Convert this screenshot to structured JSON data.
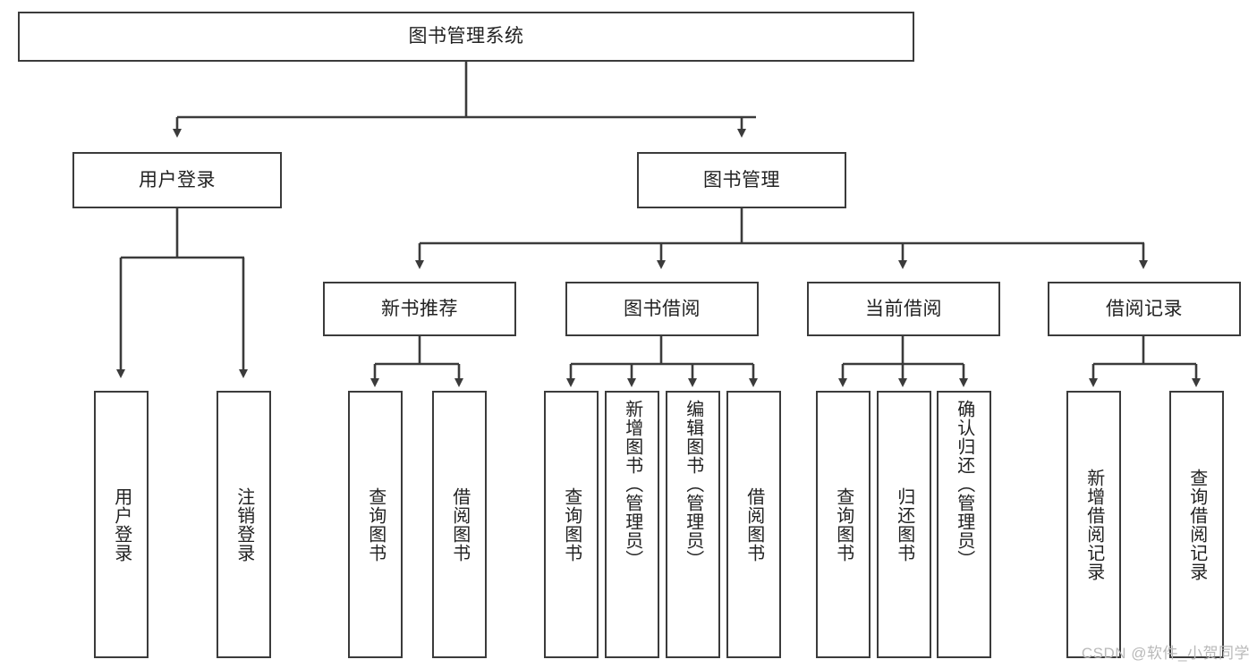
{
  "diagram": {
    "type": "tree-hierarchy",
    "title": "图书管理系统",
    "watermark": "CSDN @软件_小贺同学",
    "colors": {
      "stroke": "#3b3b3b",
      "fill": "#ffffff",
      "text": "#222222",
      "watermark": "#b9b9b9"
    },
    "levels": {
      "root": {
        "id": "root",
        "label": "图书管理系统",
        "orientation": "horizontal"
      },
      "level2": [
        {
          "id": "user-login",
          "label": "用户登录",
          "orientation": "horizontal"
        },
        {
          "id": "book-manage",
          "label": "图书管理",
          "orientation": "horizontal"
        }
      ],
      "level3": [
        {
          "id": "new-book-rec",
          "label": "新书推荐",
          "orientation": "horizontal",
          "parent": "book-manage"
        },
        {
          "id": "book-borrow",
          "label": "图书借阅",
          "orientation": "horizontal",
          "parent": "book-manage"
        },
        {
          "id": "current-borrow",
          "label": "当前借阅",
          "orientation": "horizontal",
          "parent": "book-manage"
        },
        {
          "id": "borrow-record",
          "label": "借阅记录",
          "orientation": "horizontal",
          "parent": "book-manage"
        }
      ],
      "leaves": [
        {
          "id": "leaf-user-login",
          "label": "用户登录",
          "orientation": "vertical",
          "parent": "user-login"
        },
        {
          "id": "leaf-logout",
          "label": "注销登录",
          "orientation": "vertical",
          "parent": "user-login"
        },
        {
          "id": "leaf-query-book-1",
          "label": "查询图书",
          "orientation": "vertical",
          "parent": "new-book-rec"
        },
        {
          "id": "leaf-borrow-book-1",
          "label": "借阅图书",
          "orientation": "vertical",
          "parent": "new-book-rec"
        },
        {
          "id": "leaf-query-book-2",
          "label": "查询图书",
          "orientation": "vertical",
          "parent": "book-borrow"
        },
        {
          "id": "leaf-add-book",
          "label": "新增图书（管理员）",
          "orientation": "vertical",
          "parent": "book-borrow"
        },
        {
          "id": "leaf-edit-book",
          "label": "编辑图书（管理员）",
          "orientation": "vertical",
          "parent": "book-borrow"
        },
        {
          "id": "leaf-borrow-book-2",
          "label": "借阅图书",
          "orientation": "vertical",
          "parent": "book-borrow"
        },
        {
          "id": "leaf-query-book-3",
          "label": "查询图书",
          "orientation": "vertical",
          "parent": "current-borrow"
        },
        {
          "id": "leaf-return-book",
          "label": "归还图书",
          "orientation": "vertical",
          "parent": "current-borrow"
        },
        {
          "id": "leaf-confirm-return",
          "label": "确认归还（管理员）",
          "orientation": "vertical",
          "parent": "current-borrow"
        },
        {
          "id": "leaf-add-record",
          "label": "新增借阅记录",
          "orientation": "vertical",
          "parent": "borrow-record"
        },
        {
          "id": "leaf-query-record",
          "label": "查询借阅记录",
          "orientation": "vertical",
          "parent": "borrow-record"
        }
      ]
    }
  }
}
